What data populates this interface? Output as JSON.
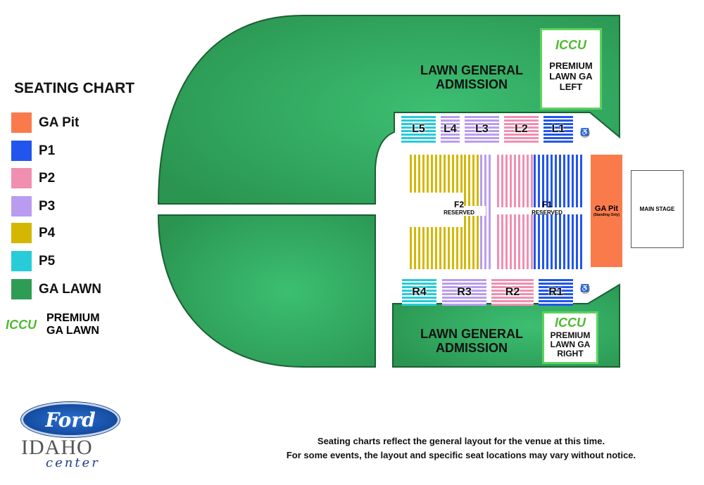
{
  "legend": {
    "title": "SEATING CHART",
    "items": [
      {
        "label": "GA Pit",
        "color": "#f97b4c"
      },
      {
        "label": "P1",
        "color": "#2255ee"
      },
      {
        "label": "P2",
        "color": "#f08fb0"
      },
      {
        "label": "P3",
        "color": "#b99cf0"
      },
      {
        "label": "P4",
        "color": "#d4b700"
      },
      {
        "label": "P5",
        "color": "#27ccd8"
      },
      {
        "label": "GA LAWN",
        "color": "#2e9c55"
      }
    ],
    "premium": {
      "logo": "ICCU",
      "label1": "PREMIUM",
      "label2": "GA LAWN"
    }
  },
  "lawn": {
    "upper_label1": "LAWN GENERAL",
    "upper_label2": "ADMISSION",
    "lower_label1": "LAWN GENERAL",
    "lower_label2": "ADMISSION",
    "color": "#2e9c55"
  },
  "premium_left": {
    "logo": "ICCU",
    "l1": "PREMIUM",
    "l2": "LAWN GA",
    "l3": "LEFT"
  },
  "premium_right": {
    "logo": "ICCU",
    "l1": "PREMIUM",
    "l2": "LAWN GA",
    "l3": "RIGHT"
  },
  "sections": {
    "L5": "L5",
    "L4": "L4",
    "L3": "L3",
    "L2": "L2",
    "L1": "L1",
    "R4": "R4",
    "R3": "R3",
    "R2": "R2",
    "R1": "R1"
  },
  "floor": {
    "f2": "F2",
    "f2_sub": "RESERVED",
    "f1": "F1",
    "f1_sub": "RESERVED"
  },
  "pit": {
    "label": "GA Pit",
    "sub": "(Standing Only)"
  },
  "stage": {
    "label": "MAIN STAGE"
  },
  "wheelchair": "♿",
  "logo": {
    "brand": "Ford",
    "venue": "IDAHO",
    "sub": "center"
  },
  "note": {
    "line1": "Seating charts reflect the general layout for the venue at this time.",
    "line2": "For some events, the layout and specific seat locations may vary without notice."
  }
}
